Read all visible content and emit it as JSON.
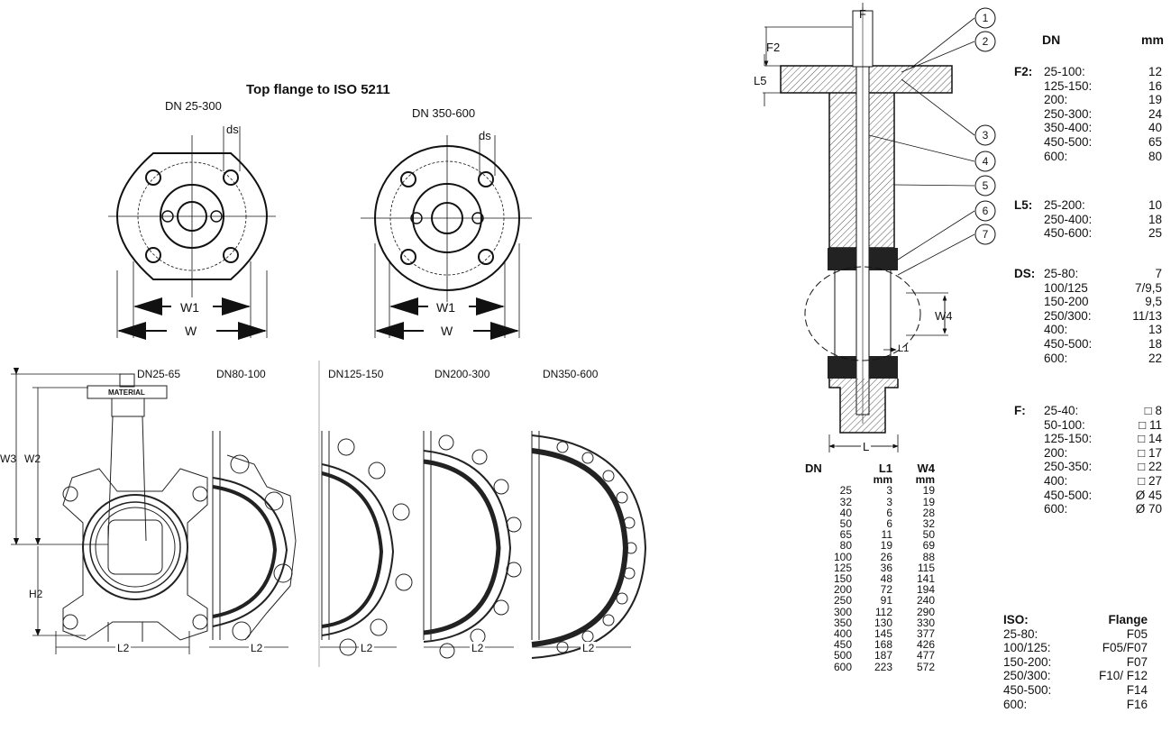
{
  "top_flange": {
    "title": "Top flange to ISO 5211",
    "left_label": "DN 25-300",
    "right_label": "DN 350-600",
    "ds": "ds",
    "w1": "W1",
    "w": "W"
  },
  "side_views": {
    "labels": [
      "DN25-65",
      "DN80-100",
      "DN125-150",
      "DN200-300",
      "DN350-600"
    ],
    "w3": "W3",
    "w2": "W2",
    "h2": "H2",
    "l2": "L2",
    "material": "MATERIAL"
  },
  "section": {
    "f": "F",
    "f2": "F2",
    "l5": "L5",
    "w4": "W4",
    "l1": "L1",
    "l": "L",
    "callouts": [
      "1",
      "2",
      "3",
      "4",
      "5",
      "6",
      "7"
    ]
  },
  "dim_table": {
    "headers": [
      "DN",
      "L1",
      "W4"
    ],
    "units": [
      "",
      "mm",
      "mm"
    ],
    "rows": [
      [
        "25",
        "3",
        "19"
      ],
      [
        "32",
        "3",
        "19"
      ],
      [
        "40",
        "6",
        "28"
      ],
      [
        "50",
        "6",
        "32"
      ],
      [
        "65",
        "11",
        "50"
      ],
      [
        "80",
        "19",
        "69"
      ],
      [
        "100",
        "26",
        "88"
      ],
      [
        "125",
        "36",
        "115"
      ],
      [
        "150",
        "48",
        "141"
      ],
      [
        "200",
        "72",
        "194"
      ],
      [
        "250",
        "91",
        "240"
      ],
      [
        "300",
        "112",
        "290"
      ],
      [
        "350",
        "130",
        "330"
      ],
      [
        "400",
        "145",
        "377"
      ],
      [
        "450",
        "168",
        "426"
      ],
      [
        "500",
        "187",
        "477"
      ],
      [
        "600",
        "223",
        "572"
      ]
    ]
  },
  "spec_table": {
    "header_dn": "DN",
    "header_mm": "mm",
    "groups": [
      {
        "key": "F2:",
        "rows": [
          [
            "25-100:",
            "12"
          ],
          [
            "125-150:",
            "16"
          ],
          [
            "200:",
            "19"
          ],
          [
            "250-300:",
            "24"
          ],
          [
            "350-400:",
            "40"
          ],
          [
            "450-500:",
            "65"
          ],
          [
            "600:",
            "80"
          ]
        ]
      },
      {
        "key": "L5:",
        "rows": [
          [
            "25-200:",
            "10"
          ],
          [
            "250-400:",
            "18"
          ],
          [
            "450-600:",
            "25"
          ]
        ]
      },
      {
        "key": "DS:",
        "rows": [
          [
            "25-80:",
            "7"
          ],
          [
            "100/125",
            "7/9,5"
          ],
          [
            "150-200",
            "9,5"
          ],
          [
            "250/300:",
            "11/13"
          ],
          [
            "400:",
            "13"
          ],
          [
            "450-500:",
            "18"
          ],
          [
            "600:",
            "22"
          ]
        ]
      },
      {
        "key": "F:",
        "rows": [
          [
            "25-40:",
            "□ 8"
          ],
          [
            "50-100:",
            "□ 11"
          ],
          [
            "125-150:",
            "□ 14"
          ],
          [
            "200:",
            "□ 17"
          ],
          [
            "250-350:",
            "□ 22"
          ],
          [
            "400:",
            "□ 27"
          ],
          [
            "450-500:",
            "Ø 45"
          ],
          [
            "600:",
            "Ø 70"
          ]
        ]
      }
    ]
  },
  "iso_table": {
    "headers": [
      "ISO:",
      "Flange"
    ],
    "rows": [
      [
        "25-80:",
        "F05"
      ],
      [
        "100/125:",
        "F05/F07"
      ],
      [
        "150-200:",
        "F07"
      ],
      [
        "250/300:",
        "F10/ F12"
      ],
      [
        "450-500:",
        "F14"
      ],
      [
        "600:",
        "F16"
      ]
    ]
  }
}
